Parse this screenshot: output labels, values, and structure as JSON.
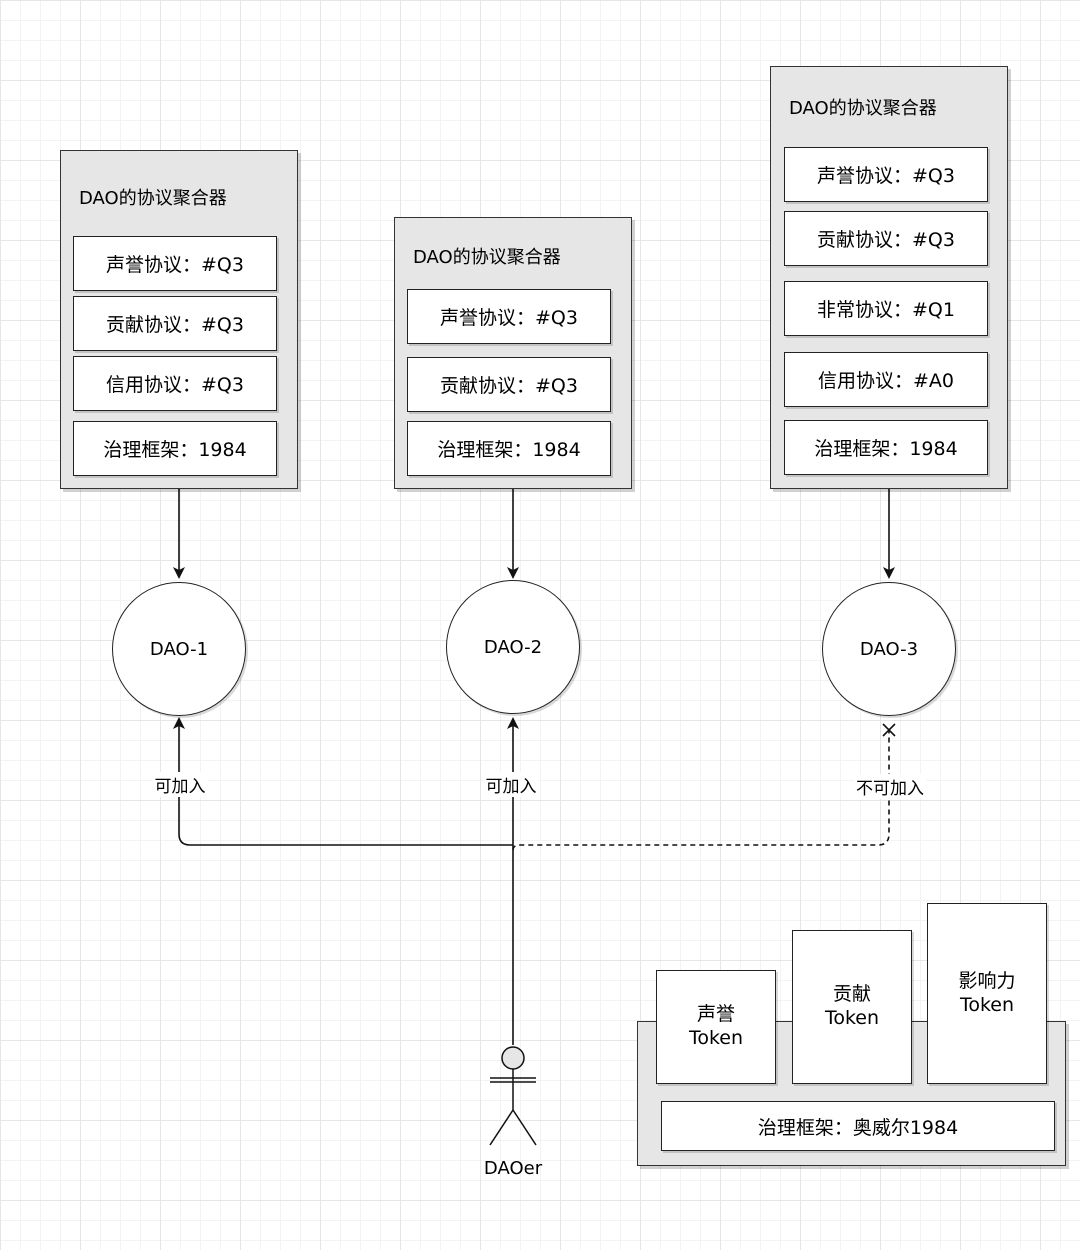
{
  "aggregators": [
    {
      "title": "DAO的协议聚合器",
      "items": [
        "声誉协议：#Q3",
        "贡献协议：#Q3",
        "信用协议：#Q3",
        "治理框架：1984"
      ]
    },
    {
      "title": "DAO的协议聚合器",
      "items": [
        "声誉协议：#Q3",
        "贡献协议：#Q3",
        "治理框架：1984"
      ]
    },
    {
      "title": "DAO的协议聚合器",
      "items": [
        "声誉协议：#Q3",
        "贡献协议：#Q3",
        "非常协议：#Q1",
        "信用协议：#A0",
        "治理框架：1984"
      ]
    }
  ],
  "daos": [
    "DAO-1",
    "DAO-2",
    "DAO-3"
  ],
  "edges": {
    "dao1_label": "可加入",
    "dao2_label": "可加入",
    "dao3_label": "不可加入"
  },
  "actor": {
    "label": "DAOer"
  },
  "tokens": {
    "items": [
      {
        "line1": "声誉",
        "line2": "Token"
      },
      {
        "line1": "贡献",
        "line2": "Token"
      },
      {
        "line1": "影响力",
        "line2": "Token"
      }
    ],
    "framework": "治理框架：奥威尔1984"
  }
}
